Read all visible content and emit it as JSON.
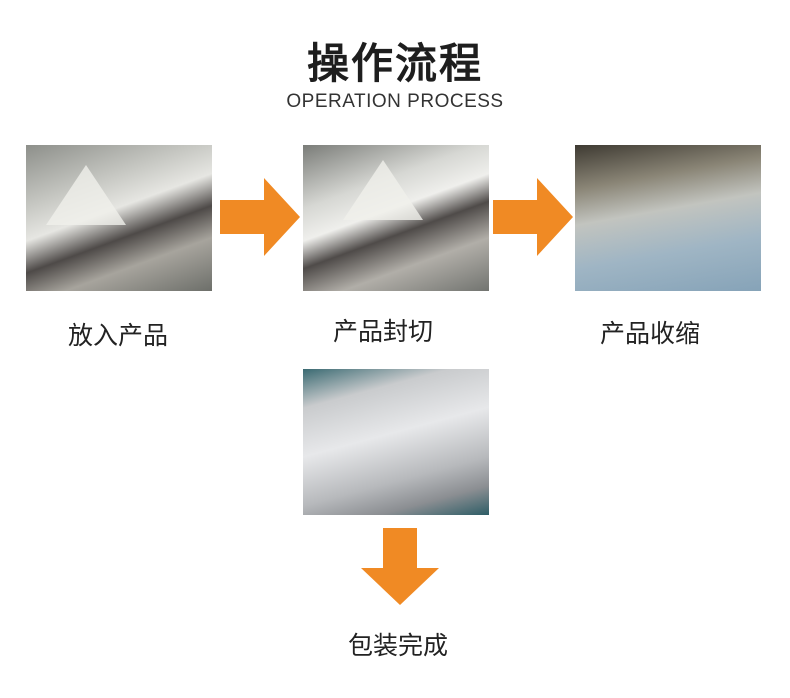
{
  "header": {
    "title": "操作流程",
    "subtitle": "OPERATION PROCESS"
  },
  "steps": [
    {
      "label": "放入产品",
      "image": "machine-loading-photo"
    },
    {
      "label": "产品封切",
      "image": "machine-sealing-photo"
    },
    {
      "label": "产品收缩",
      "image": "shrink-tunnel-photo"
    },
    {
      "label": "包装完成",
      "image": "packaged-products-photo"
    }
  ],
  "colors": {
    "arrow": "#f08a24",
    "text": "#222222"
  },
  "icons": {
    "arrow_right": "arrow-right-icon",
    "arrow_down": "arrow-down-icon"
  }
}
